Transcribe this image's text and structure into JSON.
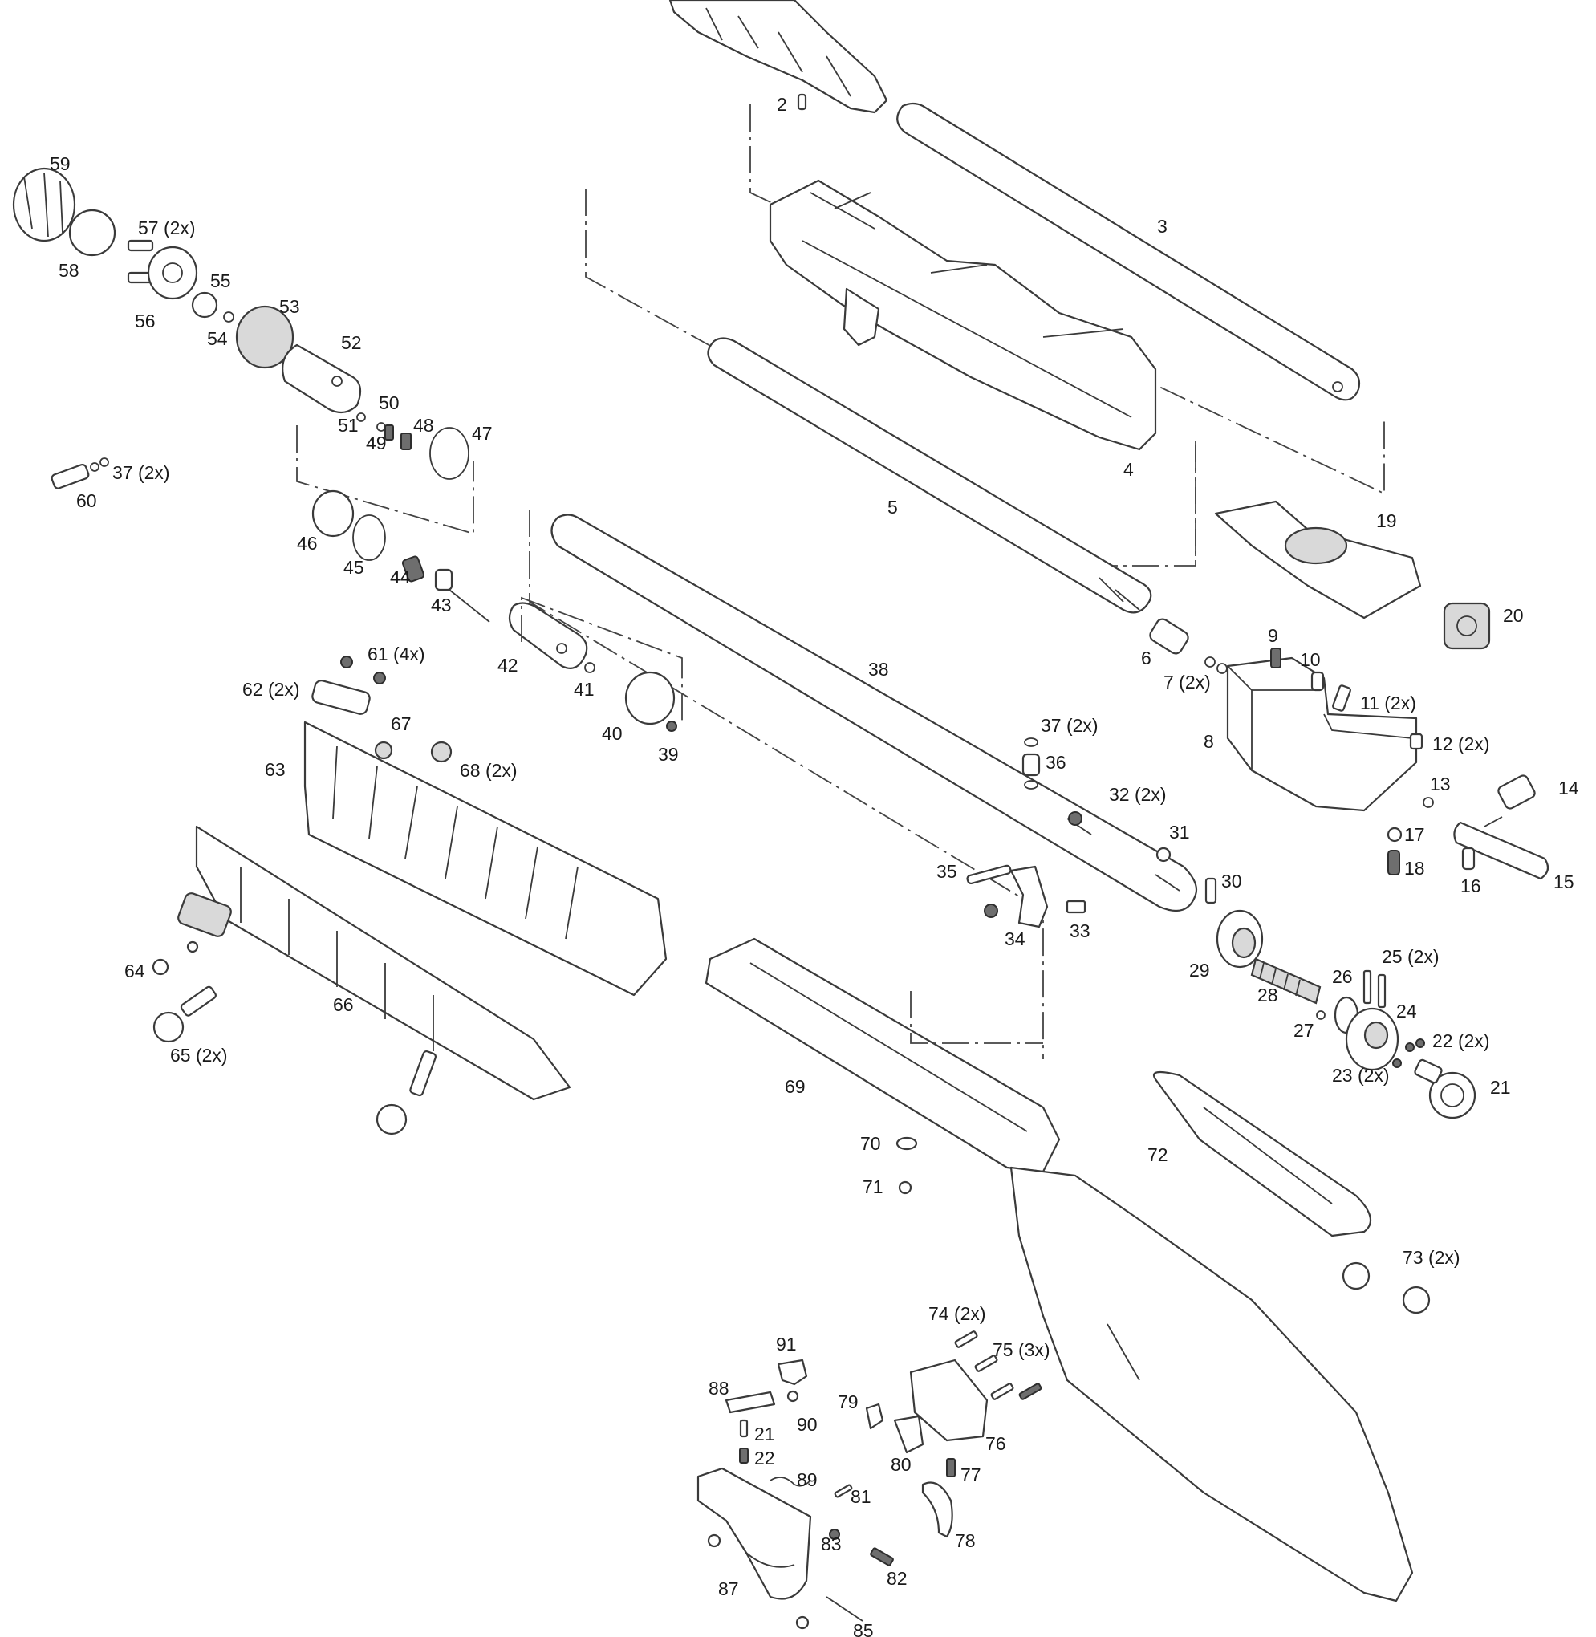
{
  "callouts": {
    "c2": "2",
    "c3": "3",
    "c4": "4",
    "c5": "5",
    "c6": "6",
    "c7": "7 (2x)",
    "c8": "8",
    "c9": "9",
    "c10": "10",
    "c11": "11 (2x)",
    "c12": "12 (2x)",
    "c13": "13",
    "c14": "14",
    "c15": "15",
    "c16": "16",
    "c17": "17",
    "c18": "18",
    "c19": "19",
    "c20": "20",
    "c21a": "21",
    "c21b": "21",
    "c22a": "22 (2x)",
    "c22b": "22",
    "c23": "23 (2x)",
    "c24": "24",
    "c25": "25 (2x)",
    "c26": "26",
    "c27": "27",
    "c28": "28",
    "c29": "29",
    "c30": "30",
    "c31": "31",
    "c32": "32 (2x)",
    "c33": "33",
    "c34": "34",
    "c35": "35",
    "c36": "36",
    "c37a": "37 (2x)",
    "c37b": "37 (2x)",
    "c38": "38",
    "c39": "39",
    "c40": "40",
    "c41": "41",
    "c42": "42",
    "c43": "43",
    "c44": "44",
    "c45": "45",
    "c46": "46",
    "c47": "47",
    "c48": "48",
    "c49": "49",
    "c50": "50",
    "c51": "51",
    "c52": "52",
    "c53": "53",
    "c54": "54",
    "c55": "55",
    "c56": "56",
    "c57": "57 (2x)",
    "c58": "58",
    "c59": "59",
    "c60": "60",
    "c61": "61 (4x)",
    "c62": "62 (2x)",
    "c63": "63",
    "c64": "64",
    "c65": "65 (2x)",
    "c66": "66",
    "c67": "67",
    "c68": "68 (2x)",
    "c69": "69",
    "c70": "70",
    "c71": "71",
    "c72": "72",
    "c73": "73 (2x)",
    "c74": "74 (2x)",
    "c75": "75 (3x)",
    "c76": "76",
    "c77": "77",
    "c78": "78",
    "c79": "79",
    "c80": "80",
    "c81": "81",
    "c82": "82",
    "c83": "83",
    "c85": "85",
    "c87": "87",
    "c88": "88",
    "c89": "89",
    "c90": "90",
    "c91": "91"
  }
}
